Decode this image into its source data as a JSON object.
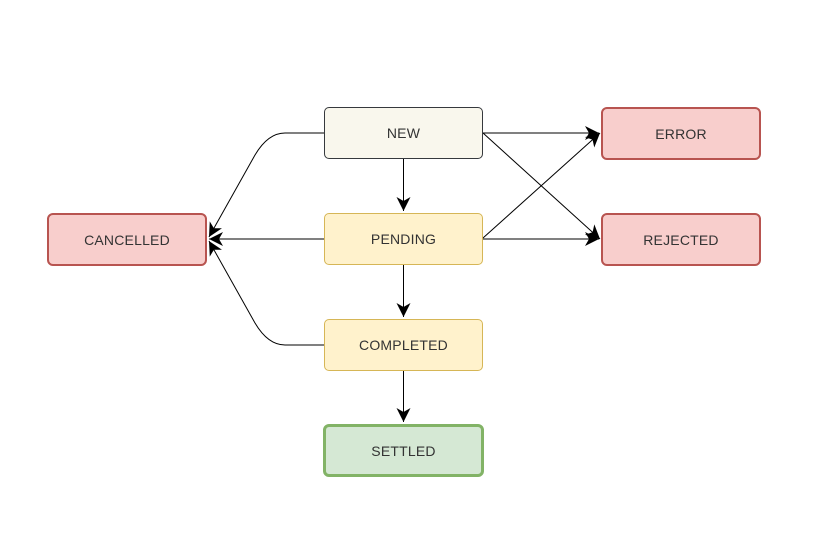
{
  "diagram": {
    "nodes": {
      "new": "NEW",
      "pending": "PENDING",
      "completed": "COMPLETED",
      "settled": "SETTLED",
      "cancelled": "CANCELLED",
      "error": "ERROR",
      "rejected": "REJECTED"
    },
    "edges": [
      {
        "from": "NEW",
        "to": "PENDING"
      },
      {
        "from": "PENDING",
        "to": "COMPLETED"
      },
      {
        "from": "COMPLETED",
        "to": "SETTLED"
      },
      {
        "from": "NEW",
        "to": "CANCELLED"
      },
      {
        "from": "PENDING",
        "to": "CANCELLED"
      },
      {
        "from": "COMPLETED",
        "to": "CANCELLED"
      },
      {
        "from": "NEW",
        "to": "ERROR"
      },
      {
        "from": "NEW",
        "to": "REJECTED"
      },
      {
        "from": "PENDING",
        "to": "ERROR"
      },
      {
        "from": "PENDING",
        "to": "REJECTED"
      }
    ],
    "colors": {
      "line": "#000000",
      "new_fill": "#f9f7ed",
      "pending_fill": "#fff2cc",
      "settled_fill": "#d5e8d4",
      "error_fill": "#f8cecc"
    }
  }
}
